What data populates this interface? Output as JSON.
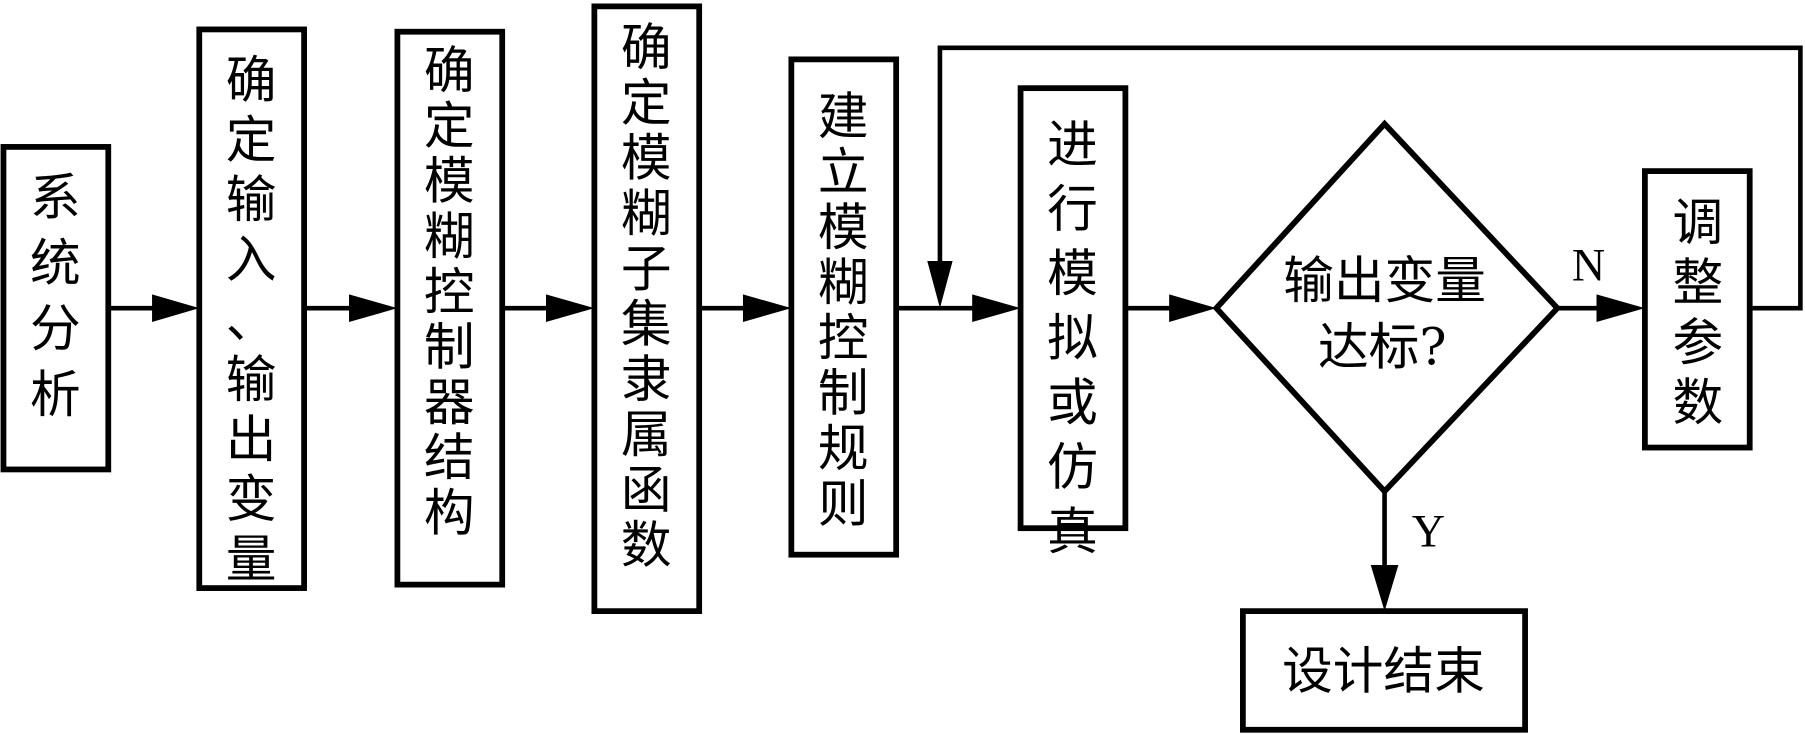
{
  "diagram": {
    "type": "flowchart",
    "nodes": [
      {
        "id": "system-analysis",
        "shape": "rect",
        "text": "系统分析",
        "orientation": "vertical"
      },
      {
        "id": "determine-io",
        "shape": "rect",
        "text": "确定输入、输出变量",
        "orientation": "vertical"
      },
      {
        "id": "determine-structure",
        "shape": "rect",
        "text": "确定模糊控制器结构",
        "orientation": "vertical"
      },
      {
        "id": "determine-membership",
        "shape": "rect",
        "text": "确定模糊子集隶属函数",
        "orientation": "vertical"
      },
      {
        "id": "build-rules",
        "shape": "rect",
        "text": "建立模糊控制规则",
        "orientation": "vertical"
      },
      {
        "id": "simulate",
        "shape": "rect",
        "text": "进行模拟或仿真",
        "orientation": "vertical"
      },
      {
        "id": "decision",
        "shape": "diamond",
        "line1": "输出变量",
        "line2": "达标?"
      },
      {
        "id": "adjust-params",
        "shape": "rect",
        "text": "调整参数",
        "orientation": "vertical"
      },
      {
        "id": "design-end",
        "shape": "rect",
        "text": "设计结束",
        "orientation": "horizontal"
      }
    ],
    "edges": [
      {
        "from": "system-analysis",
        "to": "determine-io"
      },
      {
        "from": "determine-io",
        "to": "determine-structure"
      },
      {
        "from": "determine-structure",
        "to": "determine-membership"
      },
      {
        "from": "determine-membership",
        "to": "build-rules"
      },
      {
        "from": "build-rules",
        "to": "simulate"
      },
      {
        "from": "simulate",
        "to": "decision"
      },
      {
        "from": "decision",
        "to": "adjust-params",
        "label": "N"
      },
      {
        "from": "decision",
        "to": "design-end",
        "label": "Y"
      },
      {
        "from": "adjust-params",
        "to": "simulate",
        "label": ""
      }
    ],
    "edge_labels": {
      "no": "N",
      "yes": "Y"
    },
    "colors": {
      "stroke": "#000000",
      "fill": "#ffffff"
    }
  }
}
